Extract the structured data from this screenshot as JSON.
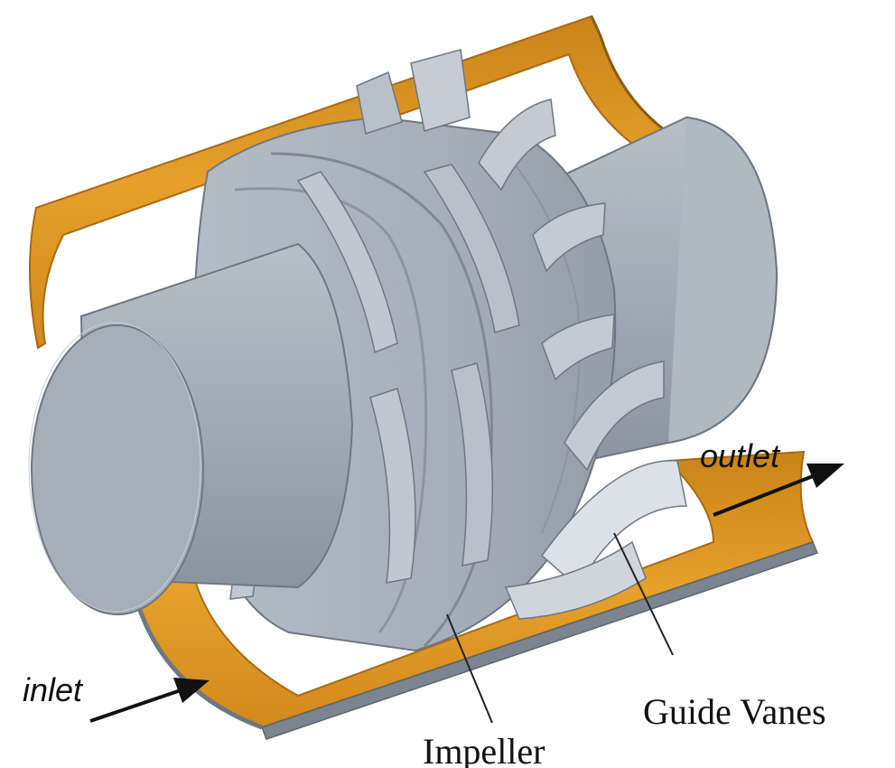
{
  "labels": {
    "inlet": "inlet",
    "outlet": "outlet",
    "impeller": "Impeller",
    "guide_vanes": "Guide Vanes"
  },
  "colors": {
    "casing": "#e39b25",
    "casing_dark": "#b8761a",
    "metal": "#a3acb6",
    "metal_light": "#c2c9d1",
    "metal_dark": "#7c8591",
    "outline": "#5d6570"
  }
}
